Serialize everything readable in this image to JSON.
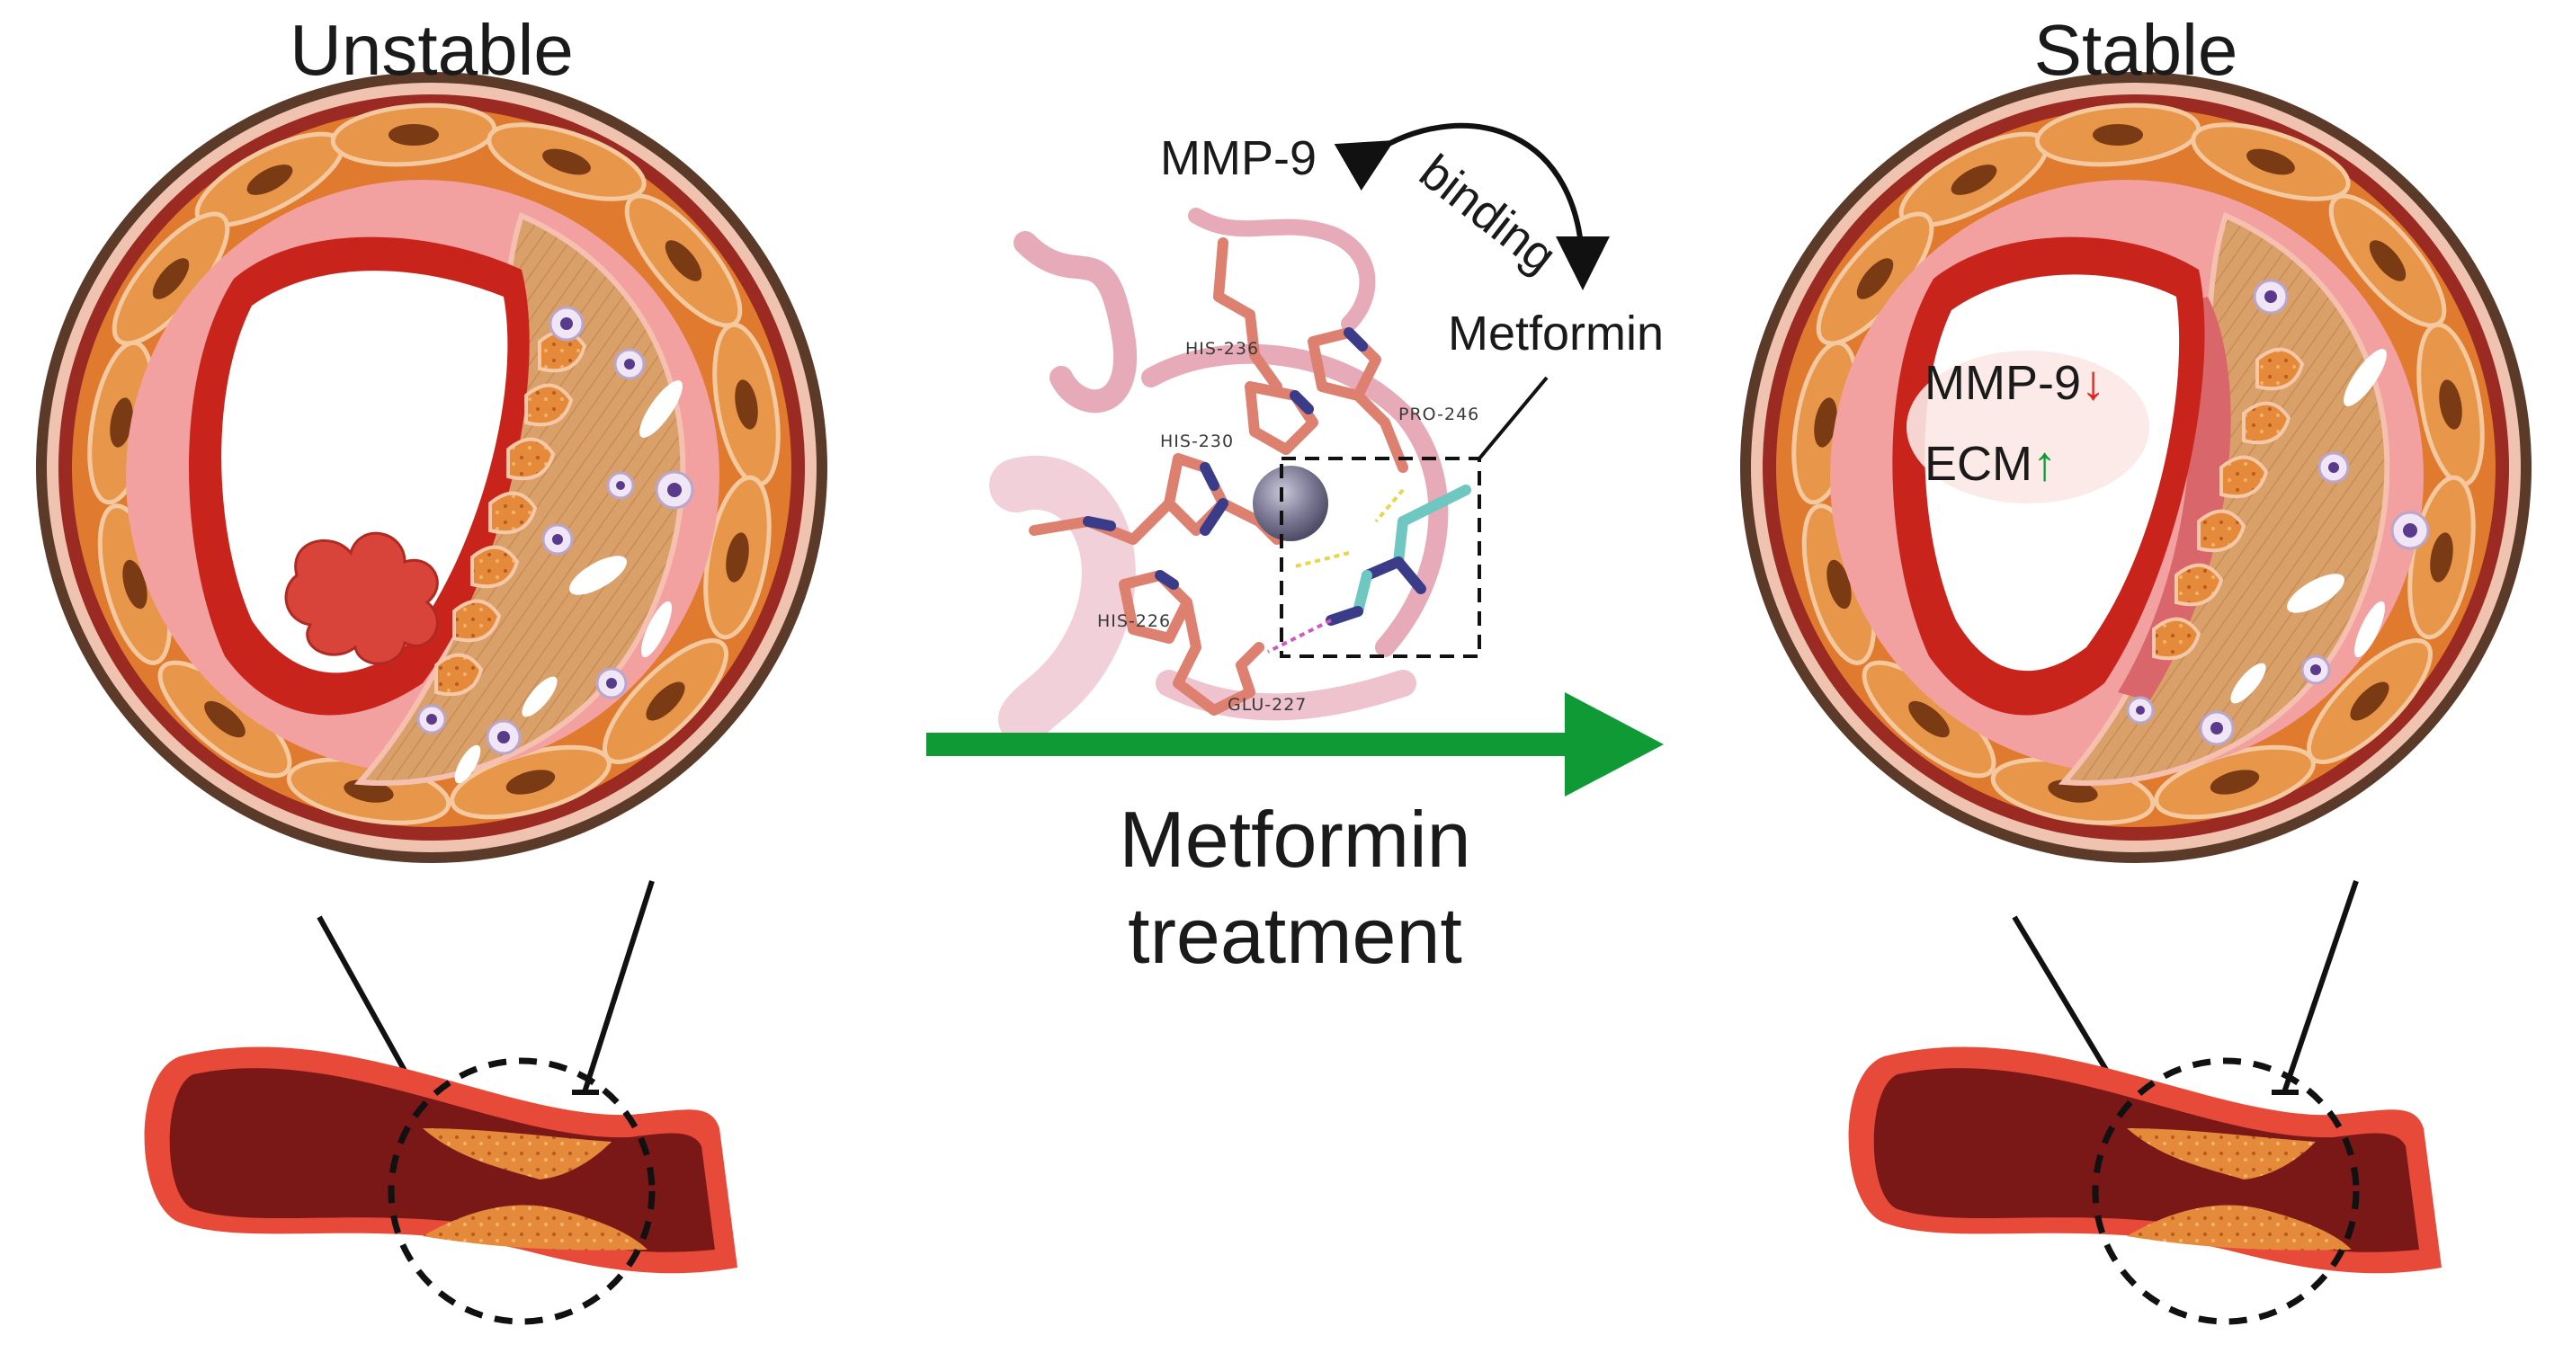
{
  "panels": {
    "left_title": "Unstable",
    "right_title": "Stable"
  },
  "treatment": {
    "line1": "Metformin",
    "line2": "treatment",
    "arrow_color": "#0f9a35"
  },
  "docking": {
    "protein_label": "MMP-9",
    "ligand_label": "Metformin",
    "relation_label": "binding",
    "residues": [
      "HIS-236",
      "HIS-230",
      "PRO-246",
      "HIS-226",
      "GLU-227"
    ]
  },
  "stable_annotations": {
    "mmp9_text": "MMP-9",
    "mmp9_arrow": "↓",
    "mmp9_arrow_color": "#e0211c",
    "ecm_text": "ECM",
    "ecm_arrow": "↑",
    "ecm_arrow_color": "#0f9a35"
  },
  "colors": {
    "adventitia_brown": "#5b3a2a",
    "smooth_muscle_orange": "#e07a2e",
    "intima_pink": "#f2a0a0",
    "lumen_red": "#c8241c",
    "plaque_tan": "#d9a06a",
    "vessel_dark": "#6e1414"
  }
}
